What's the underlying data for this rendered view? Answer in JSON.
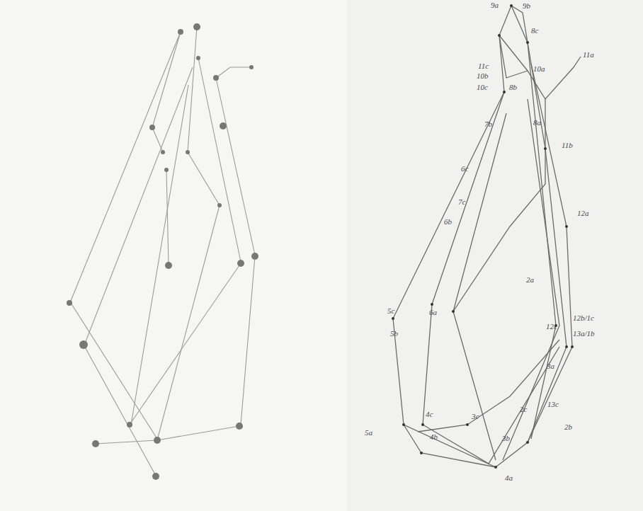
{
  "diagram": {
    "labels": [
      "9a",
      "9b",
      "8c",
      "11c",
      "10a",
      "11a",
      "10b",
      "10c",
      "8b",
      "7b",
      "8a",
      "11b",
      "6c",
      "12a",
      "6b",
      "7c",
      "2a",
      "5c",
      "6a",
      "12c",
      "12b/1c",
      "13a/1b",
      "5b",
      "3a",
      "4c",
      "2c",
      "13c",
      "2b",
      "5a",
      "4b",
      "3c",
      "3b",
      "4a"
    ]
  }
}
